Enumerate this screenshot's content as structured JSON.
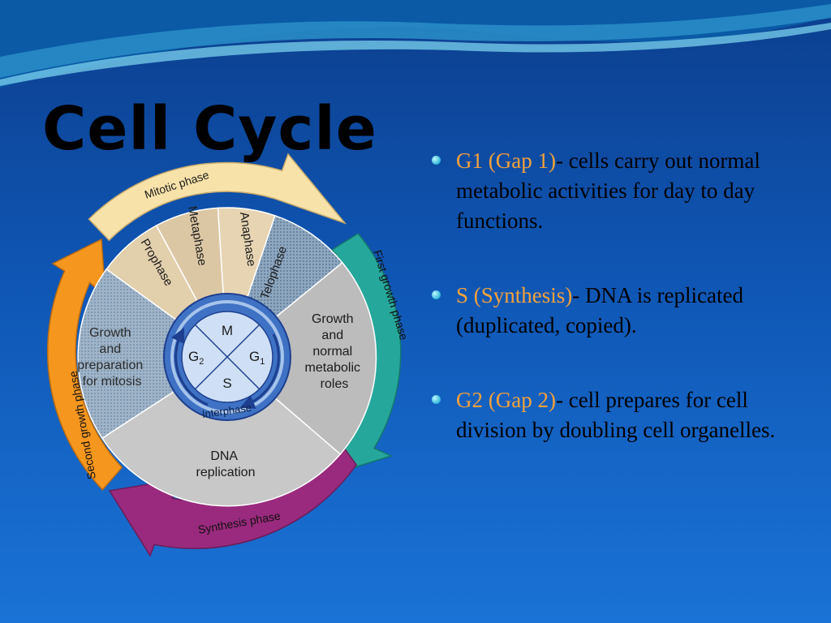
{
  "slide": {
    "title": "Cell Cycle",
    "colors": {
      "background": "#0f56b4",
      "term": "#f4a23a",
      "bullet": "#2fb6d8"
    }
  },
  "diagram": {
    "arrows": {
      "mitotic": "Mitotic phase",
      "first_growth": "First growth phase",
      "synthesis": "Synthesis phase",
      "second_growth": "Second growth phase"
    },
    "stages": {
      "prophase": "Prophase",
      "metaphase": "Metaphase",
      "anaphase": "Anaphase",
      "telophase": "Telophase"
    },
    "sectors": {
      "g1": [
        "Growth",
        "and",
        "normal",
        "metabolic",
        "roles"
      ],
      "s": [
        "DNA",
        "replication"
      ],
      "g2": [
        "Growth",
        "and",
        "preparation",
        "for mitosis"
      ]
    },
    "center": {
      "m": "M",
      "s": "S",
      "g1": "G",
      "g1_sub": "1",
      "g2": "G",
      "g2_sub": "2",
      "ring_label": "Interphase"
    }
  },
  "bullets": [
    {
      "term": "G1 (Gap 1)",
      "text": "- cells carry out normal metabolic activities for day to day functions."
    },
    {
      "term": "S (Synthesis)",
      "text": "- DNA is replicated (duplicated, copied)."
    },
    {
      "term": "G2 (Gap 2)",
      "text": "- cell prepares for cell division by doubling cell organelles."
    }
  ]
}
